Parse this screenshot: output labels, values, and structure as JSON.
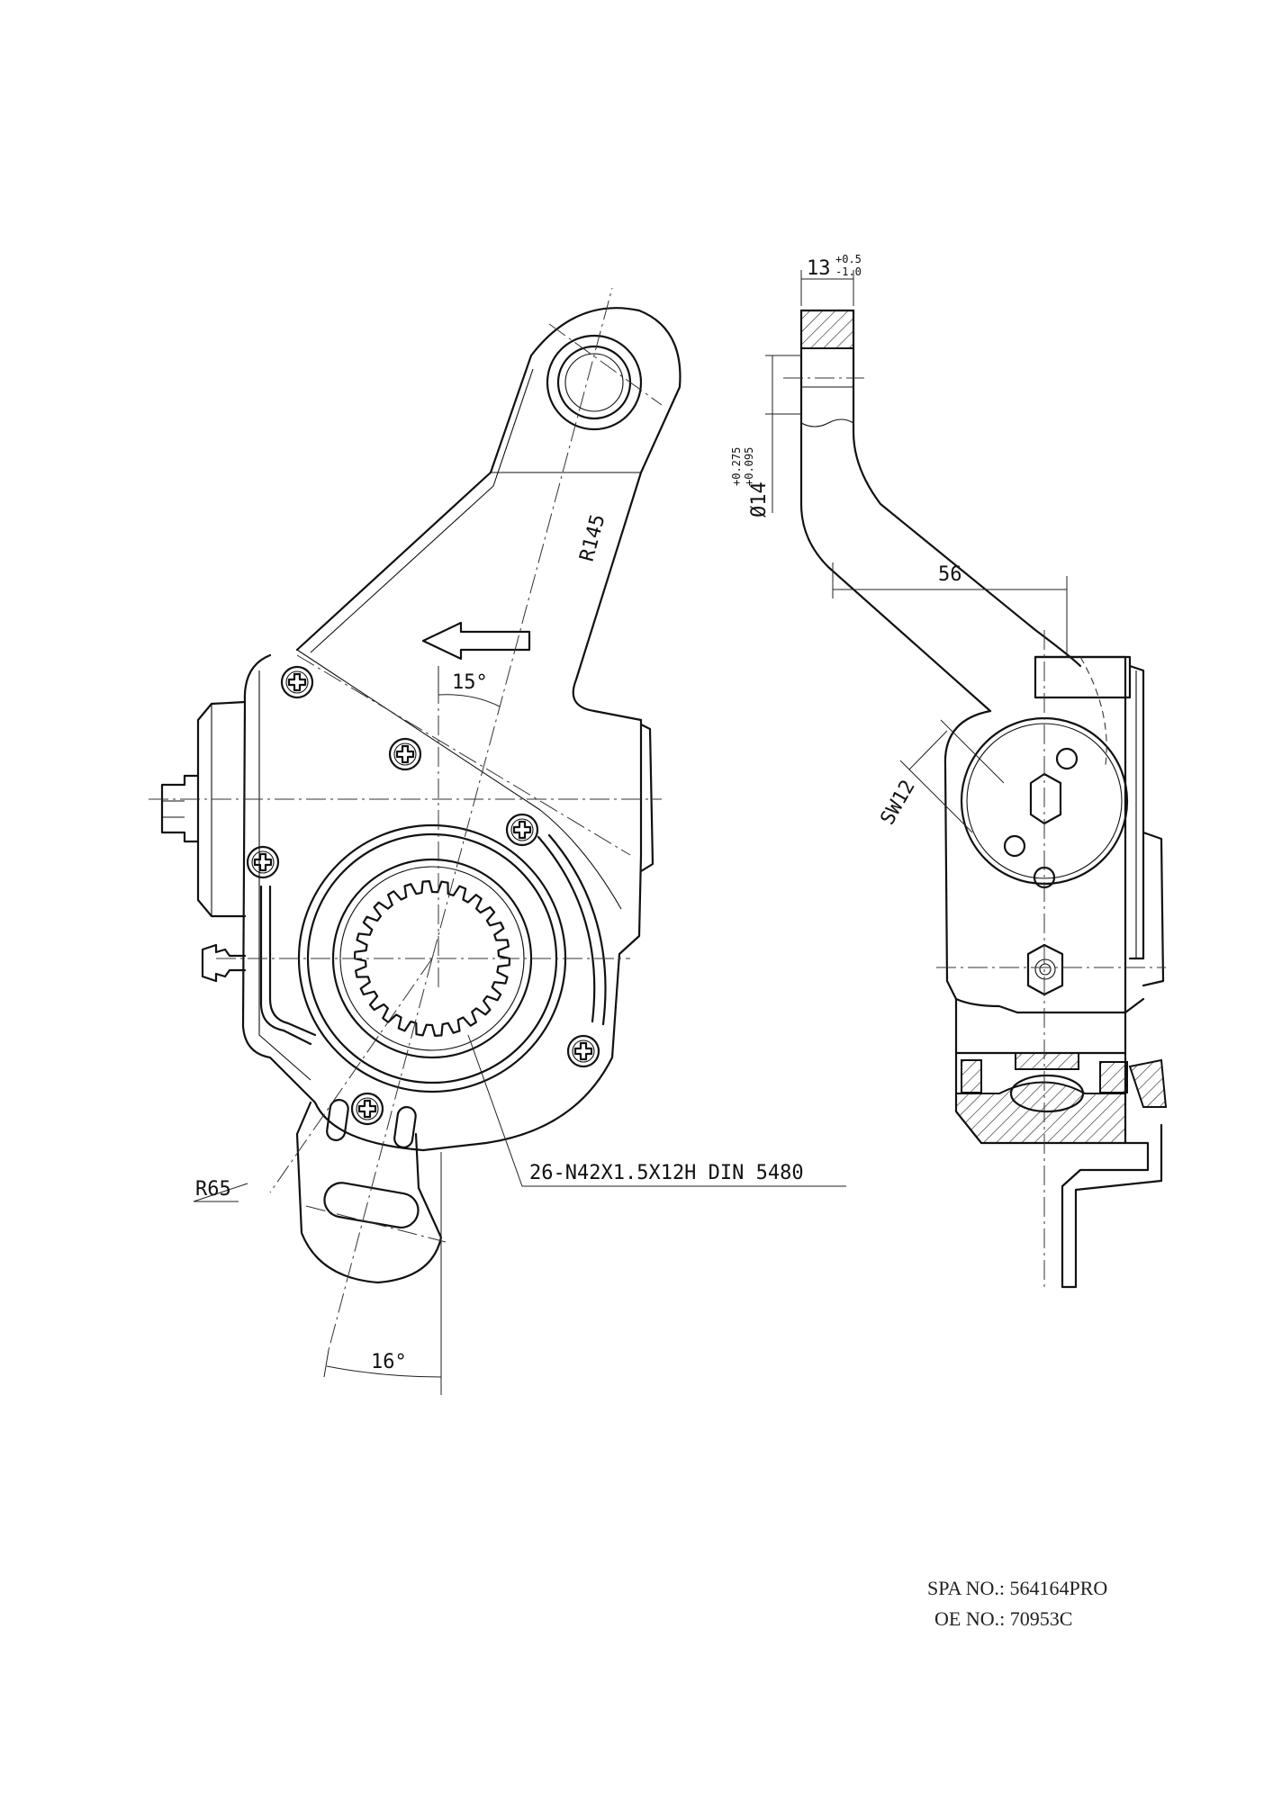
{
  "dimensions": {
    "radius_arm": "R145",
    "radius_slot": "R65",
    "angle_top": "15°",
    "angle_bottom": "16°",
    "spline_spec": "26-N42X1.5X12H DIN 5480",
    "width_top": "13",
    "width_top_tol_upper": "+0.5",
    "width_top_tol_lower": "-1.0",
    "bore_diameter": "Ø14",
    "bore_tol_upper": "+0.275",
    "bore_tol_lower": "+0.095",
    "offset": "56",
    "wrench_size": "SW12"
  },
  "part_info": {
    "spa_no": "SPA NO.: 564164PRO",
    "oe_no": "OE NO.: 70953C"
  },
  "colors": {
    "line": "#111111",
    "background": "#ffffff"
  }
}
